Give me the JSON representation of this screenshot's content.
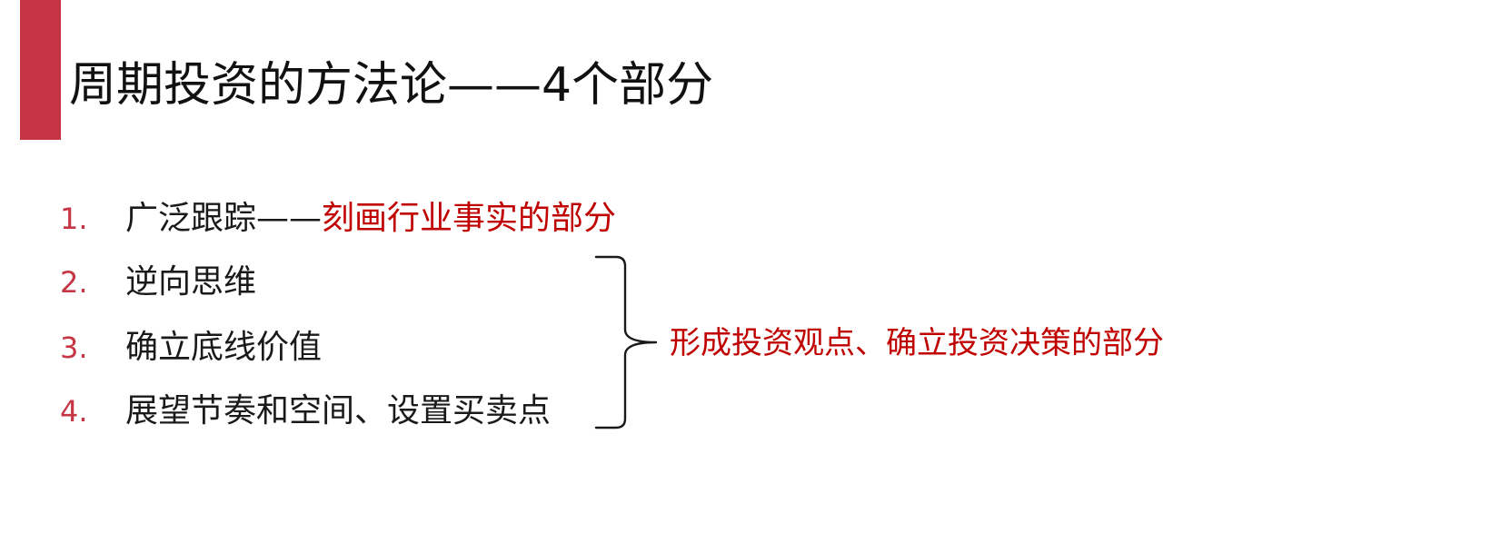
{
  "slide": {
    "title": "周期投资的方法论——4个部分",
    "accent_color": "#c63544",
    "highlight_color": "#c00000"
  },
  "items": [
    {
      "number": "1.",
      "text": "广泛跟踪——",
      "highlight": "刻画行业事实的部分"
    },
    {
      "number": "2.",
      "text": "逆向思维"
    },
    {
      "number": "3.",
      "text": "确立底线价值"
    },
    {
      "number": "4.",
      "text": "展望节奏和空间、设置买卖点"
    }
  ],
  "brace": {
    "label": "形成投资观点、确立投资决策的部分"
  }
}
